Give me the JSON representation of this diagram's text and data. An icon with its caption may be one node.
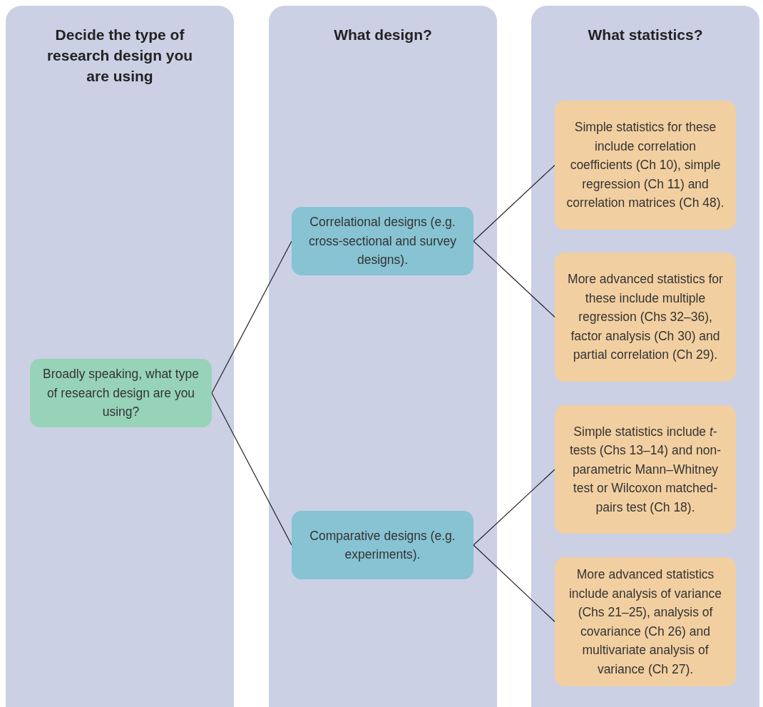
{
  "diagram": {
    "nodes": [
      {
        "text": [
          "Decide the type of research design you are using"
        ]
      },
      {
        "text": [
          "Broadly speaking, what type of research design are you using?"
        ],
        "in": 0
      },
      {
        "text": [
          "What design?"
        ]
      },
      {
        "text": [
          "Correlational designs (e.g. cross-sectional and survey designs)."
        ],
        "in": 2
      },
      {
        "text": [
          "Comparative designs (e.g. experiments)."
        ],
        "in": 2
      },
      {
        "text": [
          "What statistics?"
        ]
      },
      {
        "text": [
          "Simple statistics for these include correlation coefficients (Ch 10), simple regression (Ch 11) and correlation matrices (Ch 48)."
        ],
        "in": 5
      },
      {
        "text": [
          "More advanced statistics for these include multiple regression (Chs 32–36), factor analysis (Ch 30) and partial correlation (Ch 29)."
        ],
        "in": 5
      },
      {
        "text": [
          "Simple statistics include *t*-tests (Chs 13–14) and non-parametric Mann–Whitney test or Wilcoxon matched-pairs test (Ch 18)."
        ],
        "in": 5
      },
      {
        "text": [
          "More advanced statistics include analysis of variance (Chs 21–25), analysis of covariance (Ch 26) and multivariate analysis of variance (Ch 27)."
        ],
        "in": 5
      }
    ],
    "edges": [
      {
        "from": 1,
        "to": 3,
        "arrow": "none"
      },
      {
        "from": 1,
        "to": 4,
        "arrow": "none"
      },
      {
        "from": 3,
        "to": 6,
        "arrow": "none"
      },
      {
        "from": 3,
        "to": 7,
        "arrow": "none"
      },
      {
        "from": 4,
        "to": 8,
        "arrow": "none"
      },
      {
        "from": 4,
        "to": 9,
        "arrow": "none"
      }
    ]
  }
}
